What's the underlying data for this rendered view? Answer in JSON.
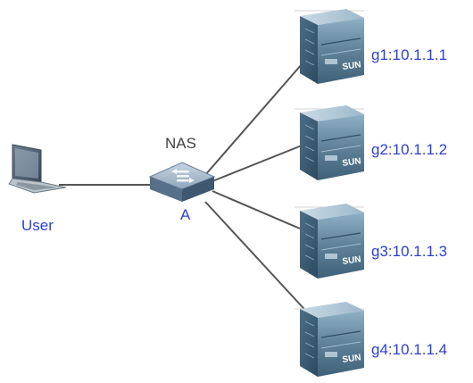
{
  "colors": {
    "link": "#555555",
    "blue_text": "#2b3fd6",
    "gray_text": "#3f3f3f",
    "server_body": "#4d7189",
    "server_highlight": "#a9c3d4",
    "switch_body": "#6e8aa3"
  },
  "nodes": {
    "user": {
      "label": "User",
      "icon": "laptop-icon"
    },
    "nas": {
      "top_label": "NAS",
      "bottom_label": "A",
      "icon": "switch-icon"
    },
    "servers": [
      {
        "label": "g1:10.1.1.1",
        "icon": "server-icon",
        "brand": "SUN"
      },
      {
        "label": "g2:10.1.1.2",
        "icon": "server-icon",
        "brand": "SUN"
      },
      {
        "label": "g3:10.1.1.3",
        "icon": "server-icon",
        "brand": "SUN"
      },
      {
        "label": "g4:10.1.1.4",
        "icon": "server-icon",
        "brand": "SUN"
      }
    ]
  }
}
